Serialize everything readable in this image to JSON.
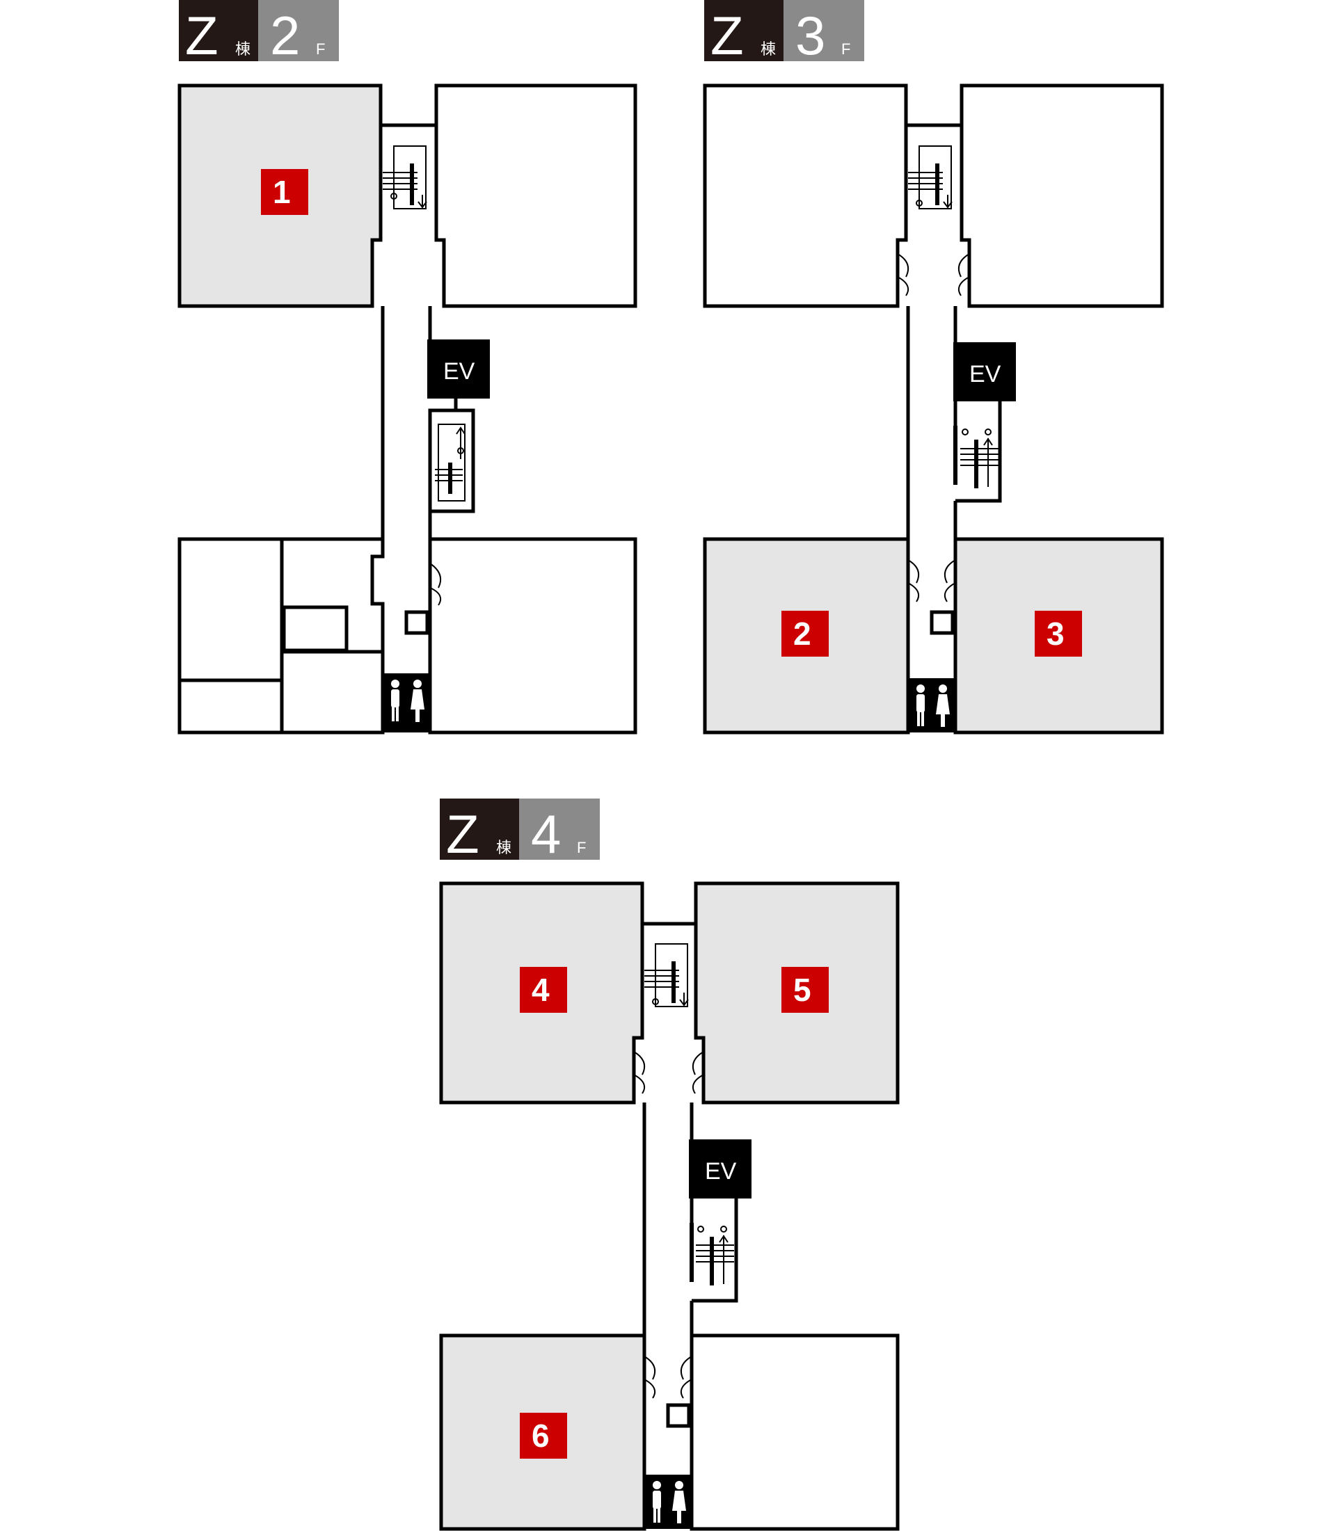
{
  "building": "Z",
  "building_suffix": "棟",
  "floor_unit": "F",
  "elevator_label": "EV",
  "colors": {
    "highlight_room": "#e5e5e5",
    "marker": "#cc0000",
    "tag_dark": "#231815",
    "tag_grey": "#8a8a8a"
  },
  "floors": [
    {
      "number": "2",
      "markers": [
        "1"
      ]
    },
    {
      "number": "3",
      "markers": [
        "2",
        "3"
      ]
    },
    {
      "number": "4",
      "markers": [
        "4",
        "5",
        "6"
      ]
    }
  ],
  "icons": [
    "stairs-icon",
    "door-icon",
    "restroom-icon",
    "elevator-icon"
  ]
}
